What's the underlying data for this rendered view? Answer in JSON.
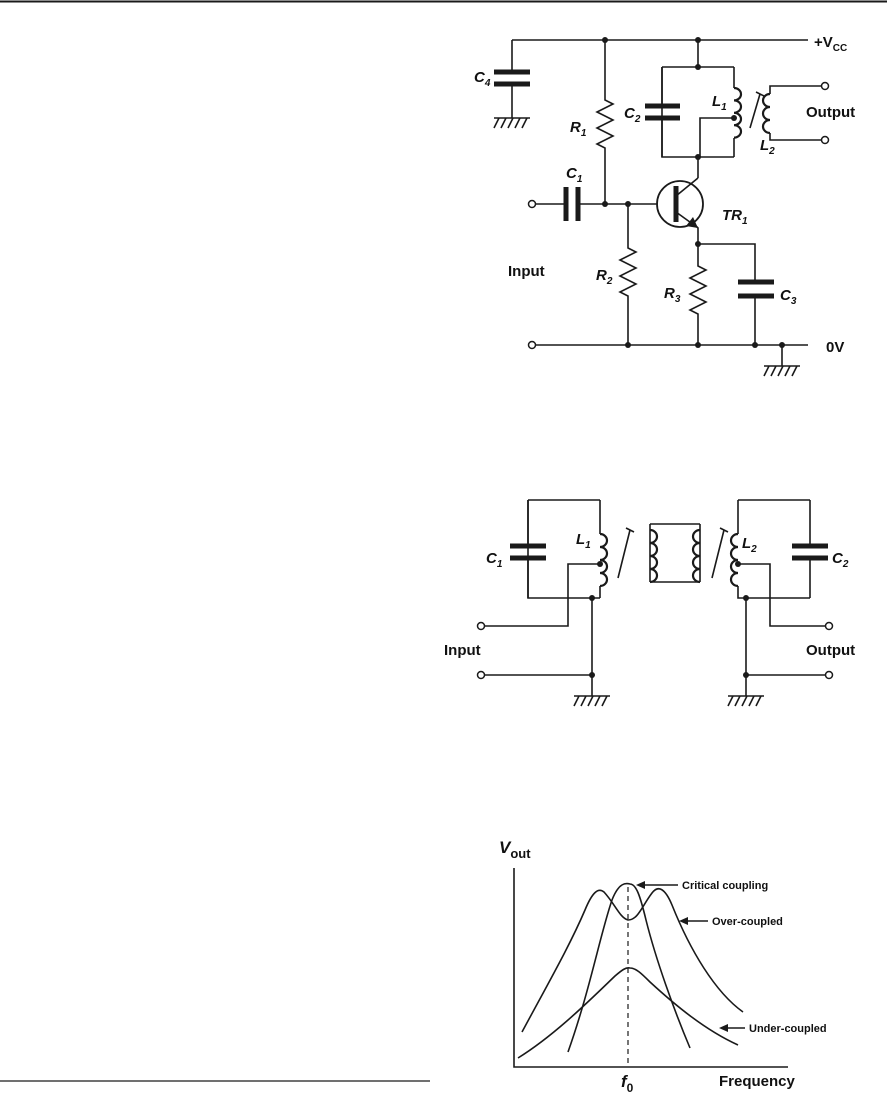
{
  "fig1": {
    "vcc": "+V",
    "vcc_sub": "CC",
    "zero_v": "0V",
    "input": "Input",
    "output": "Output",
    "C4": "C",
    "C4_sub": "4",
    "R1": "R",
    "R1_sub": "1",
    "C2": "C",
    "C2_sub": "2",
    "L1": "L",
    "L1_sub": "1",
    "L2": "L",
    "L2_sub": "2",
    "C1": "C",
    "C1_sub": "1",
    "TR1": "TR",
    "TR1_sub": "1",
    "R2": "R",
    "R2_sub": "2",
    "R3": "R",
    "R3_sub": "3",
    "C3": "C",
    "C3_sub": "3"
  },
  "fig2": {
    "input": "Input",
    "output": "Output",
    "C1": "C",
    "C1_sub": "1",
    "L1": "L",
    "L1_sub": "1",
    "L2": "L",
    "L2_sub": "2",
    "C2": "C",
    "C2_sub": "2"
  },
  "fig3": {
    "ylabel": "V",
    "ylabel_sub": "out",
    "xlabel": "Frequency",
    "f0": "f",
    "f0_sub": "0",
    "critical": "Critical coupling",
    "over": "Over-coupled",
    "under": "Under-coupled"
  }
}
